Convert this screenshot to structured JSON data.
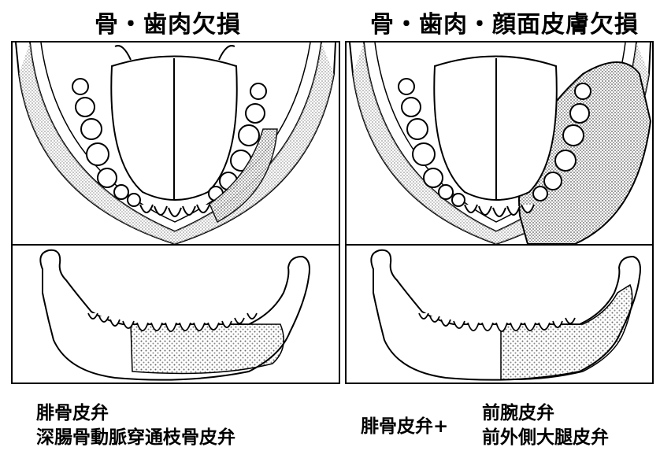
{
  "titles": {
    "left": "骨・歯肉欠損",
    "right": "骨・歯肉・顔面皮膚欠損"
  },
  "captions": {
    "left_line1": "腓骨皮弁",
    "left_line2": "深腸骨動脈穿通枝骨皮弁",
    "right_prefix": "腓骨皮弁+",
    "right_line1": "前腕皮弁",
    "right_line2": "前外側大腿皮弁"
  },
  "colors": {
    "line": "#000000",
    "shade": "#bdbdbd",
    "background": "#ffffff"
  }
}
